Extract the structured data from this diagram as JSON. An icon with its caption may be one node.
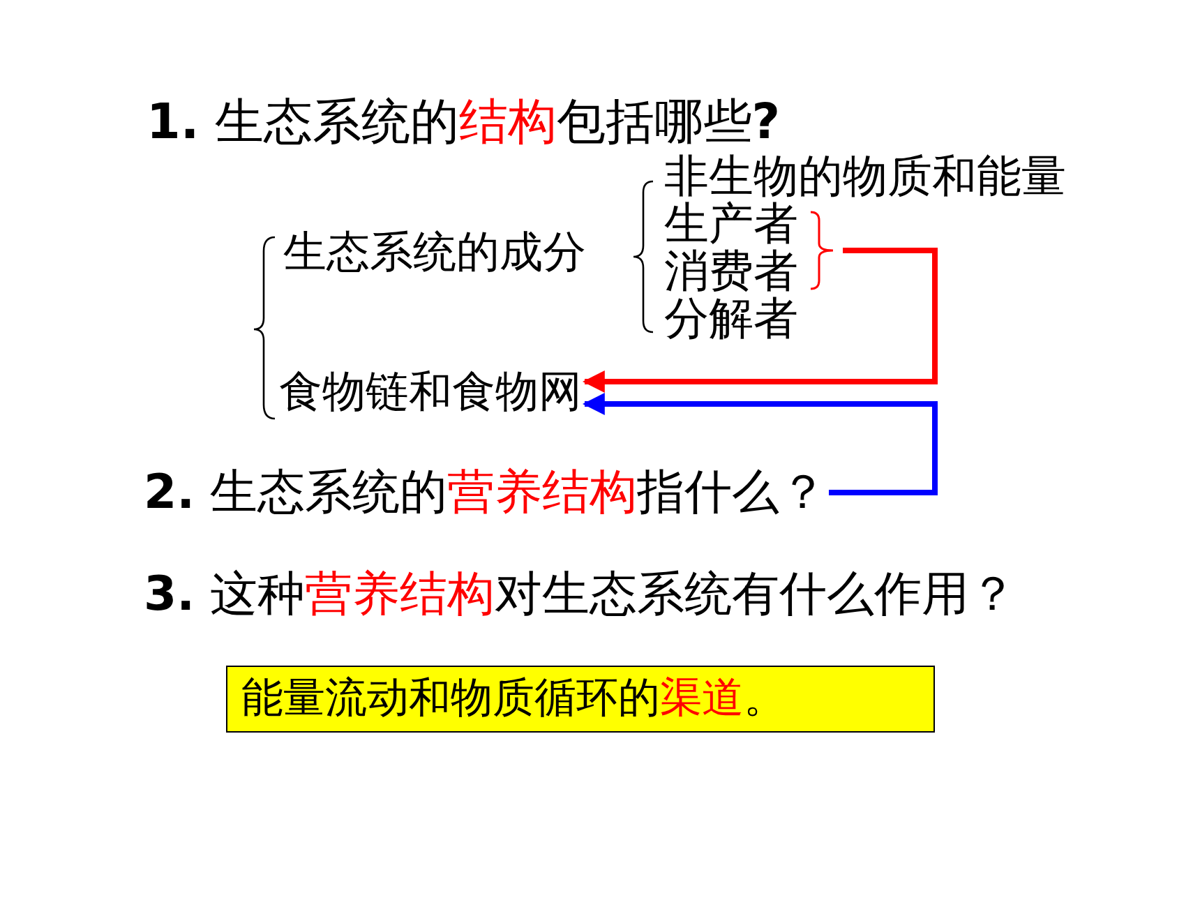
{
  "diagram": {
    "nodes": [
      {
        "text": [
          "**1.** 生态系统的",
          "结构",
          "包括哪些**?**"
        ]
      },
      {
        "text": [
          "生态系统的成分"
        ]
      },
      {
        "text": [
          "非生物的物质和能量"
        ]
      },
      {
        "text": [
          "生产者"
        ]
      },
      {
        "text": [
          "消费者"
        ]
      },
      {
        "text": [
          "分解者"
        ]
      },
      {
        "text": [
          "食物链和食物网"
        ]
      },
      {
        "text": [
          "**2.**  生态系统的",
          "营养结构",
          "指什么？"
        ]
      },
      {
        "text": [
          "**3.**  这种",
          "营养结构",
          "对生态系统有什么作用？"
        ]
      },
      {
        "text": [
          "能量流动和物质循环的",
          "渠道",
          "。"
        ]
      },
      {
        "text": [],
        "shape": "bracket"
      }
    ],
    "edges": [
      {
        "from": 10,
        "to": 6,
        "arrow": "to",
        "color": "#ff0000"
      },
      {
        "from": 7,
        "to": 6,
        "arrow": "to",
        "color": "#0000ff"
      }
    ]
  }
}
